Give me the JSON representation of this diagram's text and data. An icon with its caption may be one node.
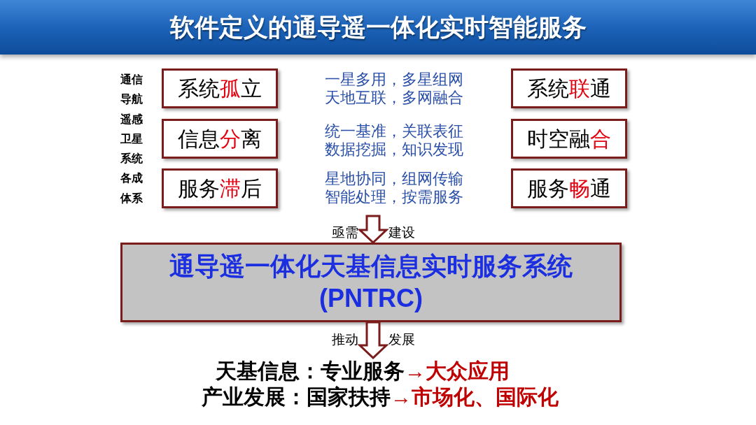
{
  "diagram": {
    "title": "软件定义的通导遥一体化实时智能服务",
    "nodes": [
      {
        "text": [
          "系统**孤**立"
        ]
      },
      {
        "text": [
          "信息**分**离"
        ]
      },
      {
        "text": [
          "服务**滞**后"
        ]
      },
      {
        "text": [
          "系统**联**通"
        ]
      },
      {
        "text": [
          "时空融**合**"
        ]
      },
      {
        "text": [
          "服务**畅**通"
        ]
      },
      {
        "text": [
          "通导遥一体化天基信息实时服务系统 (PNTRC)"
        ]
      },
      {
        "text": [
          "天基信息：专业服务**→大众应用**",
          "产业发展：国家扶持**→市场化、国际化**"
        ]
      }
    ],
    "edges": [
      {
        "from": null,
        "to": 6,
        "arrow": "to"
      },
      {
        "from": 6,
        "to": 7,
        "arrow": "to"
      }
    ],
    "labels": [
      "通信导航遥感卫星系统各成体系",
      "一星多用，多星组网天地互联，多网融合",
      "统一基准，关联表征数据挖掘，知识发现",
      "星地协同，组网传输智能处理，按需服务",
      "亟需",
      "建设",
      "推动",
      "发展"
    ]
  }
}
